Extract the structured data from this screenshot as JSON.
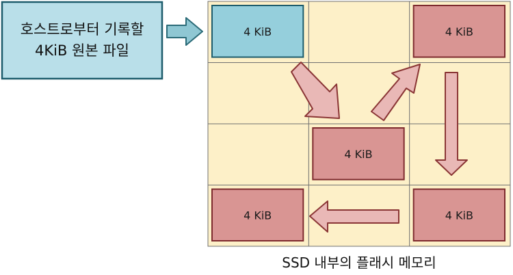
{
  "host_file": {
    "line1": "호스트로부터 기록할",
    "line2": "4KiB 원본 파일"
  },
  "grid": {
    "rows": 4,
    "cols": 3
  },
  "blocks": [
    {
      "id": "source",
      "row": 0,
      "col": 0,
      "label": "4 KiB",
      "kind": "original"
    },
    {
      "id": "r0c2",
      "row": 0,
      "col": 2,
      "label": "4 KiB",
      "kind": "copy"
    },
    {
      "id": "r2c1",
      "row": 2,
      "col": 1,
      "label": "4 KiB",
      "kind": "copy"
    },
    {
      "id": "r3c0",
      "row": 3,
      "col": 0,
      "label": "4 KiB",
      "kind": "copy"
    },
    {
      "id": "r3c2",
      "row": 3,
      "col": 2,
      "label": "4 KiB",
      "kind": "copy"
    }
  ],
  "caption": "SSD 내부의 플래시 메모리",
  "colors": {
    "host_fill": "#b9dfe9",
    "host_stroke": "#1d5c6c",
    "original_fill": "#95cfdc",
    "cell_fill": "#fdf0c8",
    "grid_line": "#6f6f6f",
    "copy_fill": "#d99593",
    "copy_stroke": "#7d2a2e",
    "arrow_fill": "#e9b8b6",
    "arrow_stroke": "#8a3535",
    "input_arrow_fill": "#8fc7d3",
    "input_arrow_stroke": "#2a6a77"
  }
}
